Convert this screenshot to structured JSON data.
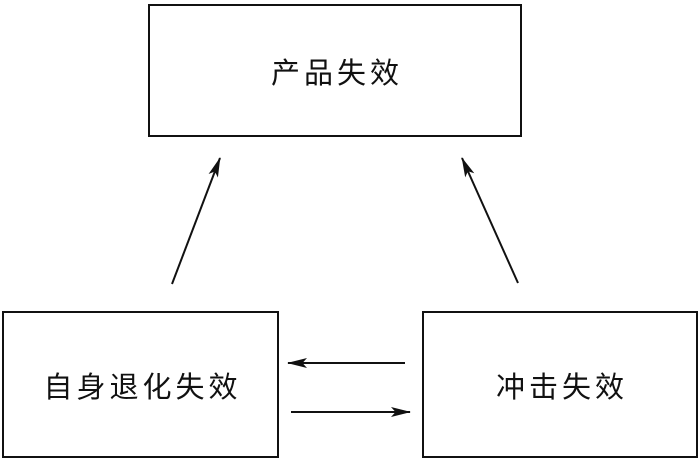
{
  "diagram": {
    "type": "flowchart",
    "background_color": "#ffffff",
    "line_color": "#111111",
    "nodes": {
      "product_failure": {
        "label": "产品失效",
        "position": "top-center"
      },
      "degradation_failure": {
        "label": "自身退化失效",
        "position": "bottom-left"
      },
      "shock_failure": {
        "label": "冲击失效",
        "position": "bottom-right"
      }
    },
    "edges": [
      {
        "from": "degradation_failure",
        "to": "product_failure",
        "direction": "up-right"
      },
      {
        "from": "shock_failure",
        "to": "product_failure",
        "direction": "up-left"
      },
      {
        "from": "shock_failure",
        "to": "degradation_failure",
        "direction": "left"
      },
      {
        "from": "degradation_failure",
        "to": "shock_failure",
        "direction": "right"
      }
    ]
  }
}
